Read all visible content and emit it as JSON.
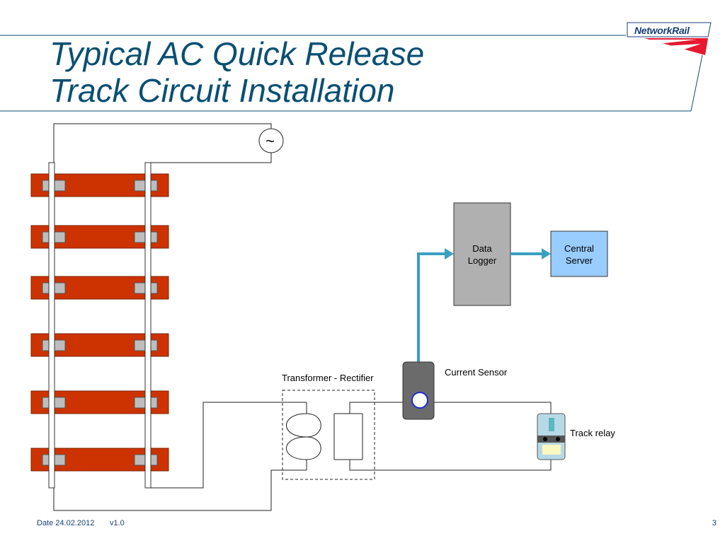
{
  "slide": {
    "title_line1": "Typical AC Quick Release",
    "title_line2": "Track Circuit Installation",
    "page_number": "3"
  },
  "logo": {
    "text": "NetworkRail"
  },
  "footer": {
    "date": "Date 24.02.2012",
    "version": "v1.0"
  },
  "diagram": {
    "ac_symbol": "~",
    "transformer_label": "Transformer - Rectifier",
    "data_logger_line1": "Data",
    "data_logger_line2": "Logger",
    "central_server_line1": "Central",
    "central_server_line2": "Server",
    "current_sensor_label": "Current Sensor",
    "track_relay_label": "Track relay"
  },
  "colors": {
    "title": "#0a4f73",
    "sleeper": "#cc3300",
    "arrow": "#3aa0c0",
    "data_logger": "#b0b0b0",
    "central_server": "#99ccff",
    "brand_red": "#e3001b"
  }
}
